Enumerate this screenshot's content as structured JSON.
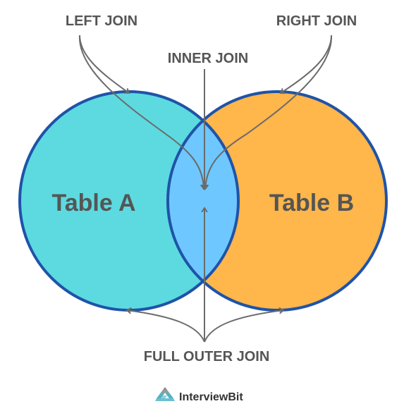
{
  "diagram": {
    "labels": {
      "left_join": "LEFT JOIN",
      "right_join": "RIGHT JOIN",
      "inner_join": "INNER JOIN",
      "full_outer_join": "FULL OUTER JOIN"
    },
    "tables": {
      "a": "Table A",
      "b": "Table B"
    },
    "colors": {
      "table_a": "#5CDAE0",
      "table_b": "#FFB64A",
      "intersection": "#6EC8FF",
      "outline": "#1F53A8",
      "arrow": "#6b6b6b",
      "text": "#555555"
    }
  },
  "footer": {
    "brand": "InterviewBit",
    "logo_icon": "interviewbit-pyramid-icon"
  }
}
